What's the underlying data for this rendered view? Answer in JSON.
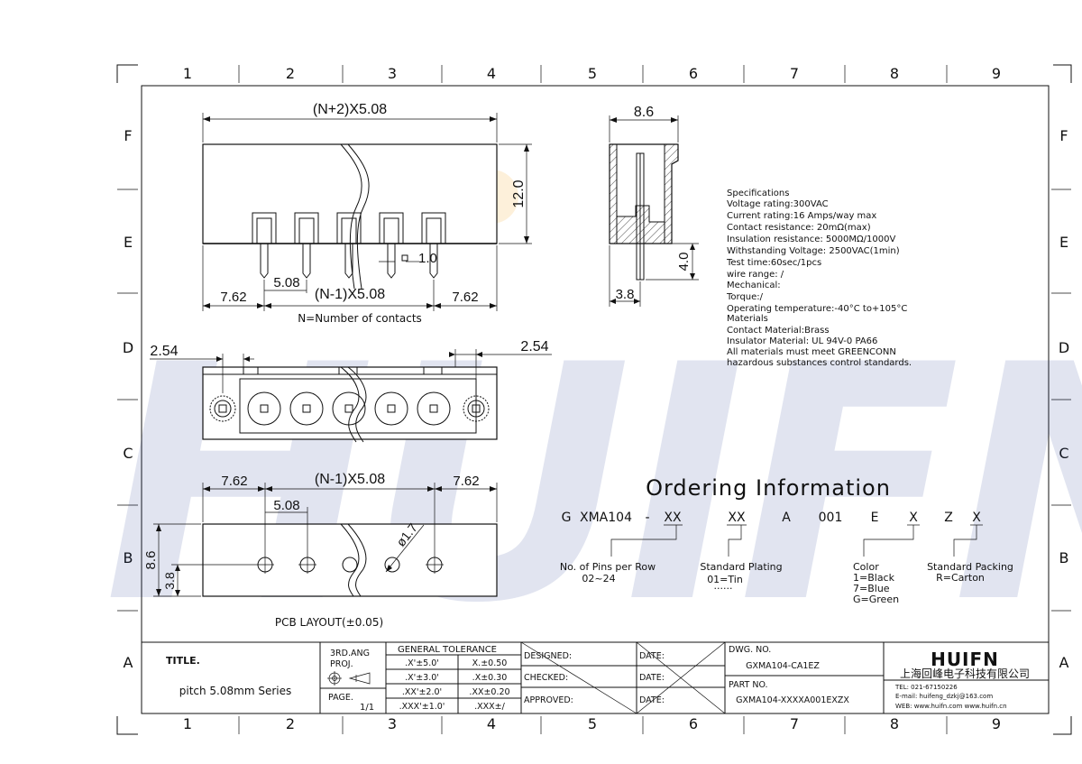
{
  "watermark": {
    "text": "HUIFN",
    "color": "#1e3a8f"
  },
  "frame": {
    "cols": [
      "1",
      "2",
      "3",
      "4",
      "5",
      "6",
      "7",
      "8",
      "9"
    ],
    "rows": [
      "F",
      "E",
      "D",
      "C",
      "B",
      "A"
    ]
  },
  "front_view": {
    "overall": "(N+2)X5.08",
    "height": "12.0",
    "pin_gap": "1.0",
    "left_margin": "7.62",
    "pitch": "5.08",
    "middle": "(N-1)X5.08",
    "right_margin": "7.62",
    "note": "N=Number of contacts"
  },
  "side_view": {
    "width": "8.6",
    "pin_length": "4.0",
    "pin_offset": "3.8"
  },
  "top_view": {
    "left_offset": "2.54",
    "right_offset": "2.54"
  },
  "pcb": {
    "left_margin": "7.62",
    "middle": "(N-1)X5.08",
    "right_margin": "7.62",
    "pitch": "5.08",
    "hole": "ø1.7",
    "height": "8.6",
    "row_offset": "3.8",
    "label": "PCB LAYOUT(±0.05)"
  },
  "specs": {
    "lines": [
      "Specifications",
      "Voltage rating:300VAC",
      "Current rating:16 Amps/way max",
      "Contact resistance: 20mΩ(max)",
      "Insulation resistance: 5000MΩ/1000V",
      "Withstanding Voltage: 2500VAC(1min)",
      "Test time:60sec/1pcs",
      "wire range: /",
      "Mechanical:",
      "Torque:/",
      "Operating temperature:-40°C to+105°C",
      "Materials",
      "Contact Material:Brass",
      "Insulator Material: UL 94V-0 PA66",
      "All materials must meet GREENCONN",
      "hazardous substances control standards."
    ]
  },
  "ordering": {
    "title": "Ordering Information",
    "code": {
      "g": "G",
      "series": "XMA104",
      "dash": "-",
      "pins": "XX",
      "plating": "XX",
      "a": "A",
      "n001": "001",
      "e": "E",
      "color": "X",
      "z": "Z",
      "packing": "X"
    },
    "pins_label": "No. of Pins per Row",
    "pins_range": "02~24",
    "plating_label": "Standard Plating",
    "plating_opt": "01=Tin",
    "plating_more": "······",
    "color_label": "Color",
    "color_opts": [
      "1=Black",
      "7=Blue",
      "G=Green"
    ],
    "packing_label": "Standard Packing",
    "packing_opt": "R=Carton"
  },
  "title_block": {
    "title_label": "TITLE.",
    "title_value": "pitch 5.08mm Series",
    "proj_label_1": "3RD.ANG",
    "proj_label_2": "PROJ.",
    "page_label": "PAGE.",
    "page_value": "1/1",
    "tolerance_header": "GENERAL  TOLERANCE",
    "tolerances": [
      [
        ".X'±5.0'",
        "X.±0.50"
      ],
      [
        ".X'±3.0'",
        ".X±0.30"
      ],
      [
        ".XX'±2.0'",
        ".XX±0.20"
      ],
      [
        ".XXX'±1.0'",
        ".XXX±/"
      ]
    ],
    "designed": "DESIGNED:",
    "checked": "CHECKED:",
    "approved": "APPROVED:",
    "date": "DATE:",
    "dwg_label": "DWG. NO.",
    "dwg_value": "GXMA104-CA1EZ",
    "part_label": "PART NO.",
    "part_value": "GXMA104-XXXXA001EXZX",
    "company_logo": "HUIFN",
    "company_name": "上海回峰电子科技有限公司",
    "tel": "TEL: 021-67150226",
    "email": "E-mail: huifeng_dzkj@163.com",
    "web": "WEB: www.huifn.com   www.huifn.cn"
  }
}
